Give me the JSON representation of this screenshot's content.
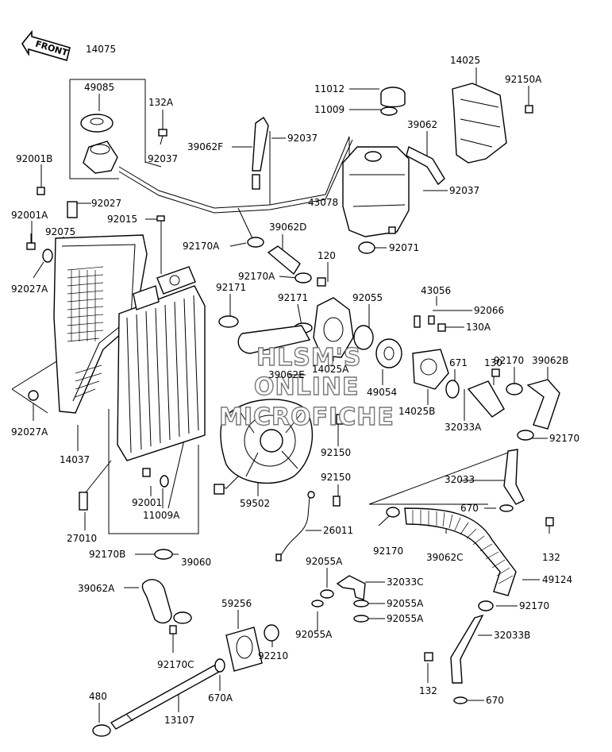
{
  "front_label": "FRONT",
  "watermark": [
    "HLSM'S",
    "ONLINE",
    "MICROFICHE"
  ],
  "parts": [
    {
      "id": "p14075",
      "label": "14075"
    },
    {
      "id": "p49085",
      "label": "49085"
    },
    {
      "id": "p132A",
      "label": "132A"
    },
    {
      "id": "p92037a",
      "label": "92037"
    },
    {
      "id": "p92001B",
      "label": "92001B"
    },
    {
      "id": "p92027",
      "label": "92027"
    },
    {
      "id": "p92015",
      "label": "92015"
    },
    {
      "id": "p92001A",
      "label": "92001A"
    },
    {
      "id": "p92075",
      "label": "92075"
    },
    {
      "id": "p92027A1",
      "label": "92027A"
    },
    {
      "id": "p92027A2",
      "label": "92027A"
    },
    {
      "id": "p14037",
      "label": "14037"
    },
    {
      "id": "p27010",
      "label": "27010"
    },
    {
      "id": "p92001",
      "label": "92001"
    },
    {
      "id": "p11009A",
      "label": "11009A"
    },
    {
      "id": "p92170B",
      "label": "92170B"
    },
    {
      "id": "p39060",
      "label": "39060"
    },
    {
      "id": "p39062A",
      "label": "39062A"
    },
    {
      "id": "p92170C",
      "label": "92170C"
    },
    {
      "id": "p480",
      "label": "480"
    },
    {
      "id": "p13107",
      "label": "13107"
    },
    {
      "id": "p670A",
      "label": "670A"
    },
    {
      "id": "p59256",
      "label": "59256"
    },
    {
      "id": "p92210",
      "label": "92210"
    },
    {
      "id": "p39062F",
      "label": "39062F"
    },
    {
      "id": "p92037b",
      "label": "92037"
    },
    {
      "id": "p11012",
      "label": "11012"
    },
    {
      "id": "p11009",
      "label": "11009"
    },
    {
      "id": "p39062",
      "label": "39062"
    },
    {
      "id": "p43078",
      "label": "43078"
    },
    {
      "id": "p92037c",
      "label": "92037"
    },
    {
      "id": "p92071",
      "label": "92071"
    },
    {
      "id": "p14025",
      "label": "14025"
    },
    {
      "id": "p92150A",
      "label": "92150A"
    },
    {
      "id": "p92170A1",
      "label": "92170A"
    },
    {
      "id": "p39062D",
      "label": "39062D"
    },
    {
      "id": "p92170A2",
      "label": "92170A"
    },
    {
      "id": "p120",
      "label": "120"
    },
    {
      "id": "p92171a",
      "label": "92171"
    },
    {
      "id": "p92171b",
      "label": "92171"
    },
    {
      "id": "p92055",
      "label": "92055"
    },
    {
      "id": "p43056",
      "label": "43056"
    },
    {
      "id": "p92066",
      "label": "92066"
    },
    {
      "id": "p130A",
      "label": "130A"
    },
    {
      "id": "p130",
      "label": "130"
    },
    {
      "id": "p92170a",
      "label": "92170"
    },
    {
      "id": "p39062B",
      "label": "39062B"
    },
    {
      "id": "p39062E",
      "label": "39062E"
    },
    {
      "id": "p14025A",
      "label": "14025A"
    },
    {
      "id": "p49054",
      "label": "49054"
    },
    {
      "id": "p671",
      "label": "671"
    },
    {
      "id": "p14025B",
      "label": "14025B"
    },
    {
      "id": "p32033A",
      "label": "32033A"
    },
    {
      "id": "p92170b",
      "label": "92170"
    },
    {
      "id": "p92150a",
      "label": "92150"
    },
    {
      "id": "p92150b",
      "label": "92150"
    },
    {
      "id": "p59502",
      "label": "59502"
    },
    {
      "id": "p26011",
      "label": "26011"
    },
    {
      "id": "p32033",
      "label": "32033"
    },
    {
      "id": "p670",
      "label": "670"
    },
    {
      "id": "p92170c",
      "label": "92170"
    },
    {
      "id": "p39062C",
      "label": "39062C"
    },
    {
      "id": "p132a",
      "label": "132"
    },
    {
      "id": "p49124",
      "label": "49124"
    },
    {
      "id": "p92055A1",
      "label": "92055A"
    },
    {
      "id": "p32033C",
      "label": "32033C"
    },
    {
      "id": "p92055A2",
      "label": "92055A"
    },
    {
      "id": "p92055A3",
      "label": "92055A"
    },
    {
      "id": "p92055A4",
      "label": "92055A"
    },
    {
      "id": "p92170d",
      "label": "92170"
    },
    {
      "id": "p32033B",
      "label": "32033B"
    },
    {
      "id": "p132b",
      "label": "132"
    },
    {
      "id": "p670b",
      "label": "670"
    }
  ]
}
